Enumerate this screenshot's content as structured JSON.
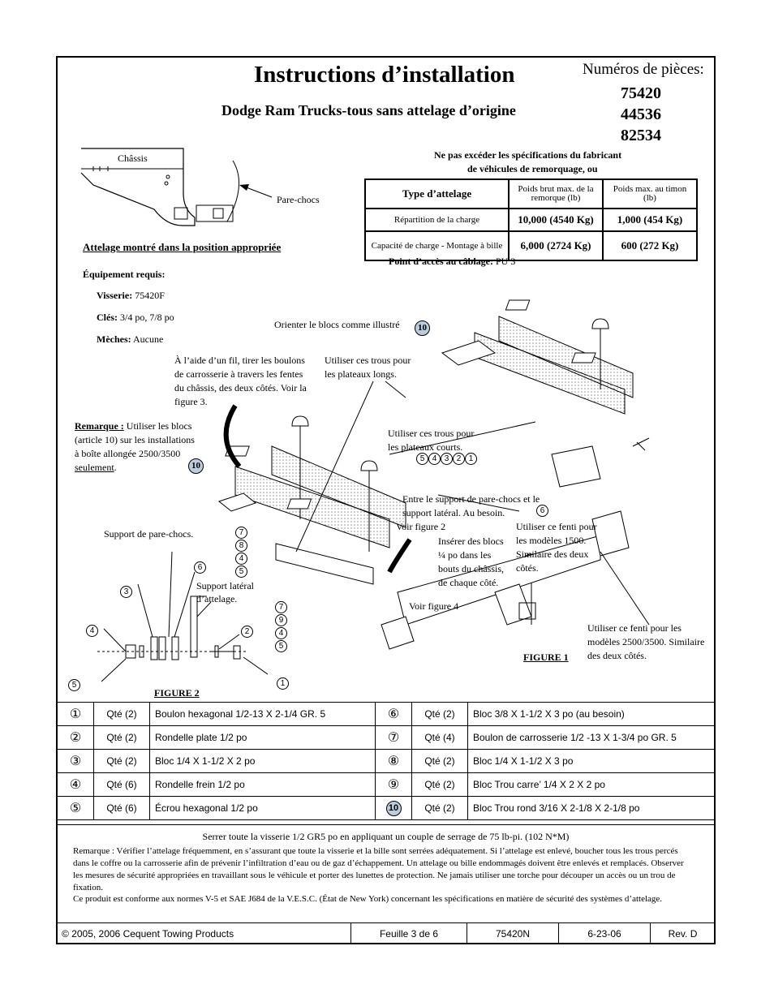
{
  "header": {
    "title": "Instructions d’installation",
    "subtitle": "Dodge Ram Trucks-tous sans attelage d’origine",
    "part_numbers_label": "Numéros de pièces:",
    "part_numbers": [
      "75420",
      "44536",
      "82534"
    ]
  },
  "top_sketch": {
    "chassis_label": "Châssis",
    "bumper_label": "Pare-chocs",
    "caption": "Attelage montré dans la position appropriée"
  },
  "warning": {
    "line1": "Ne pas excéder les spécifications du fabricant",
    "line2": "de véhicules de remorquage, ou"
  },
  "spec_table": {
    "col_type": "Type d’attelage",
    "col_gross": "Poids brut max. de la remorque (lb)",
    "col_tongue": "Poids max. au timon (lb)",
    "rows": [
      {
        "type": "Répartition de la charge",
        "gross": "10,000 (4540 Kg)",
        "tongue": "1,000 (454 Kg)"
      },
      {
        "type": "Capacité de charge - Montage à bille",
        "gross": "6,000 (2724 Kg)",
        "tongue": "600 (272 Kg)"
      }
    ],
    "wiring_label": "Point d’accès au câblage:",
    "wiring_value": "PU 3"
  },
  "equipment": {
    "heading": "Équipement requis:",
    "hardware_label": "Visserie:",
    "hardware_value": "75420F",
    "keys_label": "Clés:",
    "keys_value": "3/4 po, 7/8 po",
    "bits_label": "Mèches:",
    "bits_value": "Aucune"
  },
  "callouts": {
    "orient_blocks": "Orienter le blocs comme illustré",
    "fish_wire": "À l’aide d’un fil, tirer les boulons de carrosserie à travers les fentes du châssis, des deux côtés. Voir la figure 3.",
    "long_plates": "Utiliser ces trous pour les plateaux longs.",
    "remark_label": "Remarque :",
    "remark_text": "Utiliser les blocs (article 10) sur les installations à boîte allongée 2500/3500",
    "remark_only": "seulement",
    "short_plates": "Utiliser ces trous pour les plateaux courts.",
    "between_supports": "Entre le support de pare-chocs et le support latéral. Au besoin.",
    "see_fig2": "Voir figure 2",
    "insert_blocks": "Insérer des blocs ¼ po dans les bouts du châssis, de chaque côté.",
    "slot_1500": "Utiliser ce fenti pour les modèles 1500. Similaire des deux côtés.",
    "see_fig4": "Voir figure 4",
    "slot_2500": "Utiliser ce fenti pour les modèles 2500/3500. Similaire des deux côtés.",
    "bumper_support": "Support de pare-chocs.",
    "side_support": "Support latéral d’attelage.",
    "figure1": "FIGURE 1",
    "figure2": "FIGURE 2"
  },
  "parts": [
    {
      "num": "①",
      "qty": "Qté (2)",
      "desc": "Boulon hexagonal 1/2-13 X 2-1/4 GR. 5",
      "num2": "⑥",
      "qty2": "Qté (2)",
      "desc2": "Bloc 3/8 X 1-1/2 X 3 po  (au besoin)"
    },
    {
      "num": "②",
      "qty": "Qté (2)",
      "desc": "Rondelle plate 1/2 po",
      "num2": "⑦",
      "qty2": "Qté (4)",
      "desc2": "Boulon de carrosserie 1/2 -13 X 1-3/4 po GR. 5"
    },
    {
      "num": "③",
      "qty": "Qté (2)",
      "desc": "Bloc 1/4 X 1-1/2 X 2 po",
      "num2": "⑧",
      "qty2": "Qté (2)",
      "desc2": "Bloc 1/4 X 1-1/2 X 3 po"
    },
    {
      "num": "④",
      "qty": "Qté (6)",
      "desc": "Rondelle frein 1/2 po",
      "num2": "⑨",
      "qty2": "Qté (2)",
      "desc2": "Bloc Trou carre’ 1/4 X 2 X 2 po"
    },
    {
      "num": "⑤",
      "qty": "Qté (6)",
      "desc": "Écrou hexagonal 1/2 po",
      "num2": "10",
      "qty2": "Qté (2)",
      "desc2": "Bloc Trou rond 3/16 X 2-1/8 X 2-1/8 po"
    }
  ],
  "notes": {
    "torque": "Serrer toute la visserie 1/2 GR5 po en appliquant un couple de serrage de 75 lb-pi. (102 N*M)",
    "remark": "Remarque : Vérifier l’attelage fréquemment, en s’assurant que toute la visserie et la bille sont serrées adéquatement.  Si l’attelage est enlevé, boucher tous les trous percés dans le coffre ou la carrosserie afin de prévenir l’infiltration d’eau ou de gaz d’échappement.  Un attelage ou bille endommagés doivent être enlevés et remplacés. Observer les mesures de sécurité appropriées en travaillant sous le véhicule et porter des lunettes de protection.  Ne jamais utiliser une torche pour découper un accès ou un trou de fixation.",
    "compliance": "Ce produit est conforme aux normes V-5 et SAE J684 de la V.E.S.C. (État de New York) concernant les spécifications en matière de sécurité des systèmes d’attelage."
  },
  "footer": {
    "copyright": "©  2005, 2006 Cequent Towing Products",
    "sheet": "Feuille 3 de 6",
    "doc": "75420N",
    "date": "6-23-06",
    "rev": "Rev. D"
  }
}
